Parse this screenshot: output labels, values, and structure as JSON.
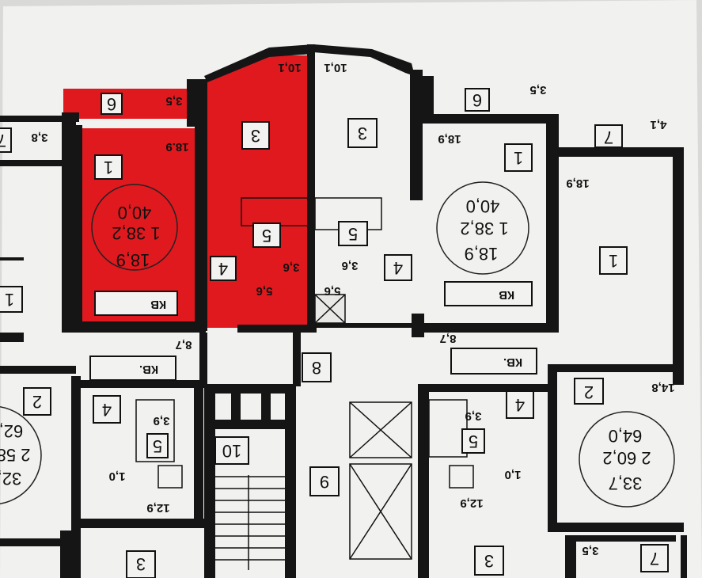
{
  "colors": {
    "highlight": "#e0191f",
    "wall": "#151515",
    "paper": "#f1f1ef",
    "background": "#d9d9d7"
  },
  "rooms": {
    "n1": "1",
    "n2": "2",
    "n3": "3",
    "n4": "4",
    "n5": "5",
    "n6": "6",
    "n7": "7",
    "n8": "8",
    "n9": "9",
    "n10": "10"
  },
  "kv": "КВ",
  "kv_dot": "КВ.",
  "apt_red": {
    "a": "18,9",
    "b": "1 38,2",
    "c": "40,0",
    "e": "18.9",
    "f": "3,5",
    "g": "3,6",
    "h": "5,6",
    "i": "10,1",
    "j": "8,7",
    "k": "3,8"
  },
  "apt_right": {
    "a": "18,9",
    "b": "1 38,2",
    "c": "40,0",
    "e": "18,9",
    "f": "3,5",
    "g": "3,6",
    "h": "5,6",
    "i": "10,1",
    "j": "8,7"
  },
  "apt_far": {
    "a": "33,7",
    "b": "2 60,2",
    "c": "64,0",
    "e": "18,9",
    "f": "4,1",
    "g": "14,8",
    "h": "3,5"
  },
  "apt_left": {
    "a": "32,",
    "b": "2 58,",
    "c": "62,"
  },
  "bath": {
    "a": "3,9",
    "b": "1,0",
    "c": "12,9"
  }
}
